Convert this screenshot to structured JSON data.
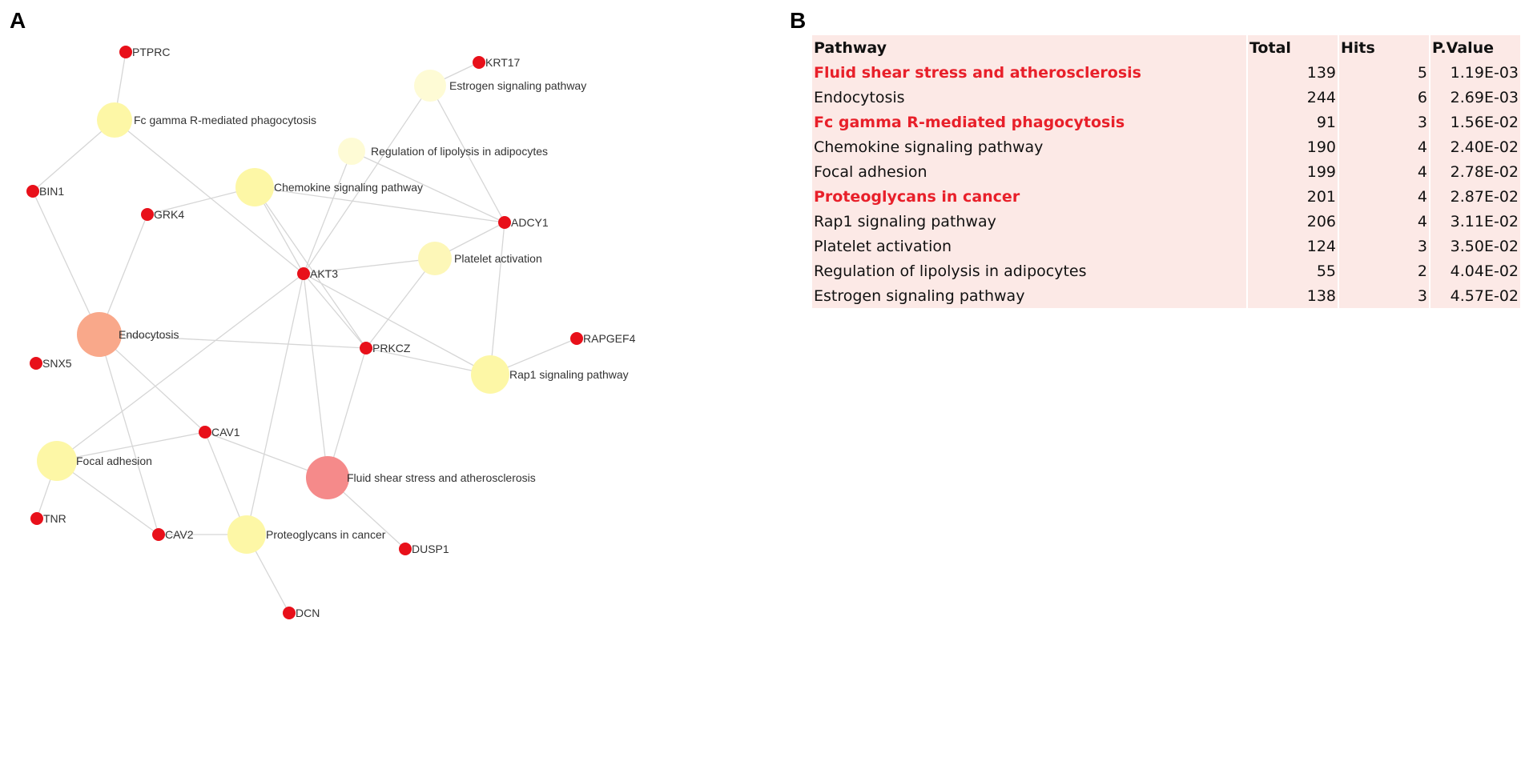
{
  "panel_a": {
    "letter": "A",
    "pathway_nodes": [
      {
        "id": "fc_gamma",
        "label": "Fc gamma R-mediated phagocytosis",
        "color": "#fdf7a6"
      },
      {
        "id": "estrogen",
        "label": "Estrogen signaling pathway",
        "color": "#fefbd5"
      },
      {
        "id": "lipolysis",
        "label": "Regulation of lipolysis in adipocytes",
        "color": "#fefbd5"
      },
      {
        "id": "chemokine",
        "label": "Chemokine signaling pathway",
        "color": "#fdf7a6"
      },
      {
        "id": "platelet",
        "label": "Platelet activation",
        "color": "#fdf7b8"
      },
      {
        "id": "endocytosis",
        "label": "Endocytosis",
        "color": "#f9a88a"
      },
      {
        "id": "rap1",
        "label": "Rap1 signaling pathway",
        "color": "#fdf7a6"
      },
      {
        "id": "focal",
        "label": "Focal adhesion",
        "color": "#fdf7a6"
      },
      {
        "id": "fluid",
        "label": "Fluid shear stress and atherosclerosis",
        "color": "#f58a8a"
      },
      {
        "id": "proteoglycans",
        "label": "Proteoglycans in cancer",
        "color": "#fdf7a6"
      }
    ],
    "gene_nodes": [
      {
        "id": "PTPRC",
        "label": "PTPRC"
      },
      {
        "id": "KRT17",
        "label": "KRT17"
      },
      {
        "id": "BIN1",
        "label": "BIN1"
      },
      {
        "id": "GRK4",
        "label": "GRK4"
      },
      {
        "id": "ADCY1",
        "label": "ADCY1"
      },
      {
        "id": "AKT3",
        "label": "AKT3"
      },
      {
        "id": "RAPGEF4",
        "label": "RAPGEF4"
      },
      {
        "id": "SNX5",
        "label": "SNX5"
      },
      {
        "id": "PRKCZ",
        "label": "PRKCZ"
      },
      {
        "id": "CAV1",
        "label": "CAV1"
      },
      {
        "id": "TNR",
        "label": "TNR"
      },
      {
        "id": "CAV2",
        "label": "CAV2"
      },
      {
        "id": "DUSP1",
        "label": "DUSP1"
      },
      {
        "id": "DCN",
        "label": "DCN"
      }
    ],
    "edges": [
      [
        "PTPRC",
        "fc_gamma"
      ],
      [
        "BIN1",
        "fc_gamma"
      ],
      [
        "fc_gamma",
        "AKT3"
      ],
      [
        "KRT17",
        "estrogen"
      ],
      [
        "estrogen",
        "AKT3"
      ],
      [
        "estrogen",
        "ADCY1"
      ],
      [
        "lipolysis",
        "AKT3"
      ],
      [
        "lipolysis",
        "ADCY1"
      ],
      [
        "GRK4",
        "chemokine"
      ],
      [
        "chemokine",
        "AKT3"
      ],
      [
        "chemokine",
        "ADCY1"
      ],
      [
        "chemokine",
        "PRKCZ"
      ],
      [
        "platelet",
        "AKT3"
      ],
      [
        "platelet",
        "ADCY1"
      ],
      [
        "platelet",
        "PRKCZ"
      ],
      [
        "BIN1",
        "endocytosis"
      ],
      [
        "GRK4",
        "endocytosis"
      ],
      [
        "endocytosis",
        "PRKCZ"
      ],
      [
        "endocytosis",
        "CAV1"
      ],
      [
        "endocytosis",
        "CAV2"
      ],
      [
        "RAPGEF4",
        "rap1"
      ],
      [
        "ADCY1",
        "rap1"
      ],
      [
        "AKT3",
        "rap1"
      ],
      [
        "PRKCZ",
        "rap1"
      ],
      [
        "TNR",
        "focal"
      ],
      [
        "CAV1",
        "focal"
      ],
      [
        "CAV2",
        "focal"
      ],
      [
        "AKT3",
        "focal"
      ],
      [
        "AKT3",
        "fluid"
      ],
      [
        "PRKCZ",
        "fluid"
      ],
      [
        "CAV1",
        "fluid"
      ],
      [
        "DUSP1",
        "fluid"
      ],
      [
        "CAV1",
        "proteoglycans"
      ],
      [
        "CAV2",
        "proteoglycans"
      ],
      [
        "AKT3",
        "proteoglycans"
      ],
      [
        "DCN",
        "proteoglycans"
      ],
      [
        "AKT3",
        "PRKCZ"
      ]
    ]
  },
  "panel_b": {
    "letter": "B",
    "headers": [
      "Pathway",
      "Total",
      "Hits",
      "P.Value"
    ],
    "rows": [
      {
        "pathway": "Fluid shear stress and atherosclerosis",
        "total": "139",
        "hits": "5",
        "pvalue": "1.19E-03",
        "highlight": true
      },
      {
        "pathway": "Endocytosis",
        "total": "244",
        "hits": "6",
        "pvalue": "2.69E-03",
        "highlight": false
      },
      {
        "pathway": "Fc gamma R-mediated phagocytosis",
        "total": "91",
        "hits": "3",
        "pvalue": "1.56E-02",
        "highlight": true
      },
      {
        "pathway": "Chemokine signaling pathway",
        "total": "190",
        "hits": "4",
        "pvalue": "2.40E-02",
        "highlight": false
      },
      {
        "pathway": "Focal adhesion",
        "total": "199",
        "hits": "4",
        "pvalue": "2.78E-02",
        "highlight": false
      },
      {
        "pathway": "Proteoglycans in cancer",
        "total": "201",
        "hits": "4",
        "pvalue": "2.87E-02",
        "highlight": true
      },
      {
        "pathway": "Rap1 signaling pathway",
        "total": "206",
        "hits": "4",
        "pvalue": "3.11E-02",
        "highlight": false
      },
      {
        "pathway": "Platelet activation",
        "total": "124",
        "hits": "3",
        "pvalue": "3.50E-02",
        "highlight": false
      },
      {
        "pathway": "Regulation of lipolysis in adipocytes",
        "total": "55",
        "hits": "2",
        "pvalue": "4.04E-02",
        "highlight": false
      },
      {
        "pathway": "Estrogen signaling pathway",
        "total": "138",
        "hits": "3",
        "pvalue": "4.57E-02",
        "highlight": false
      }
    ]
  },
  "colors": {
    "gene_node": "#e8101a",
    "edge": "#d6d6d6",
    "highlight_text": "#e8202a",
    "table_bg": "#fce9e6"
  }
}
